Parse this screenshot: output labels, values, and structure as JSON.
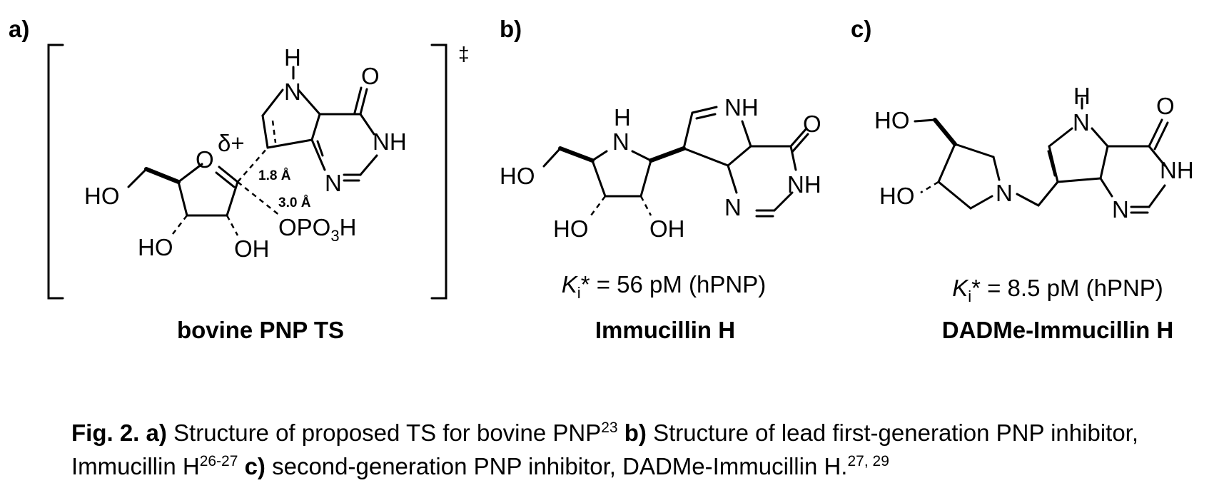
{
  "panels": {
    "a": {
      "label": "a)",
      "name": "bovine PNP TS",
      "ts_symbol": "‡",
      "atoms": {
        "h_top": "H",
        "n_top": "N",
        "o_carbonyl": "O",
        "nh": "NH",
        "n_ring": "N",
        "o_ring": "O",
        "delta": "δ+",
        "ho_left": "HO",
        "ho_bottom": "HO",
        "oh_bottom": "OH",
        "opo3h": "OPO",
        "opo3h_sub": "3",
        "opo3h_h": "H"
      },
      "distances": {
        "short": "1.8 Å",
        "long": "3.0 Å"
      }
    },
    "b": {
      "label": "b)",
      "name": "Immucillin H",
      "ki_k": "K",
      "ki_sub": "i",
      "ki_rest": "* = 56 pM (hPNP)",
      "atoms": {
        "nh_top": "NH",
        "o_carbonyl": "O",
        "nh_right": "NH",
        "n_ring": "N",
        "h_pyr": "H",
        "n_pyr": "N",
        "ho_left": "HO",
        "ho_bottom": "HO",
        "oh_bottom": "OH"
      }
    },
    "c": {
      "label": "c)",
      "name": "DADMe-Immucillin H",
      "ki_k": "K",
      "ki_sub": "i",
      "ki_rest": "* = 8.5 pM (hPNP)",
      "atoms": {
        "ho_top": "HO",
        "ho_mid": "HO",
        "n_pyrr": "N",
        "h_top": "H",
        "n_top": "N",
        "o_carbonyl": "O",
        "nh_right": "NH",
        "n_ring": "N"
      }
    }
  },
  "caption": {
    "fig_label": "Fig. 2.",
    "a_label": "a)",
    "a_text": " Structure of proposed TS for bovine PNP",
    "a_ref": "23",
    "b_label": " b)",
    "b_text": " Structure of lead first-generation PNP inhibitor, Immucillin H",
    "b_ref": "26-27",
    "c_label": " c)",
    "c_text": " second-generation PNP inhibitor, DADMe-Immucillin H.",
    "c_ref": "27, 29"
  }
}
